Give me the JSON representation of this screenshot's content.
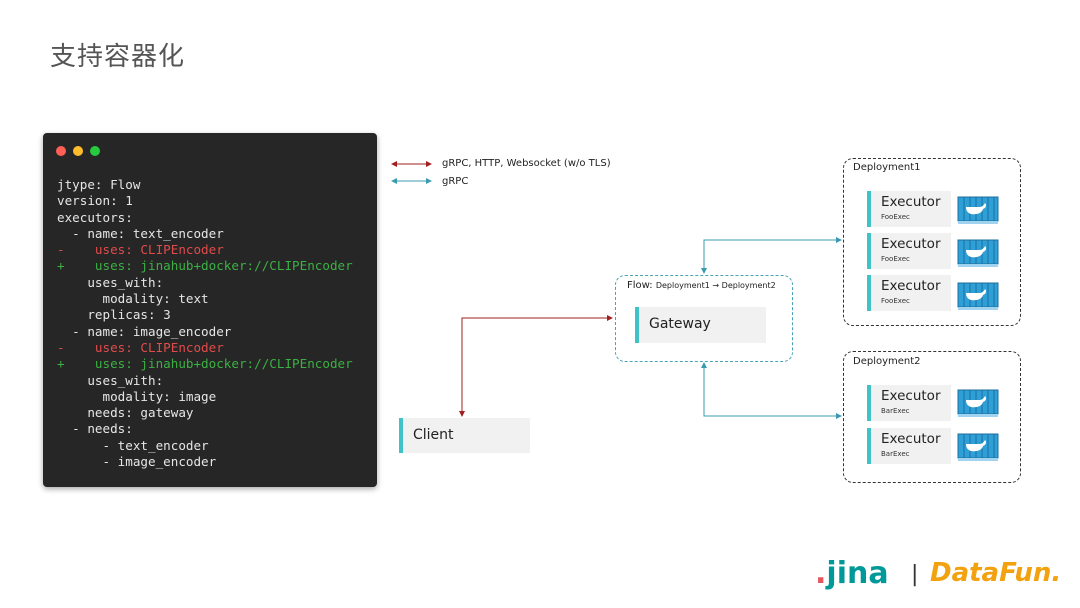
{
  "title": "支持容器化",
  "code": {
    "lines": [
      {
        "text": "jtype: Flow",
        "kind": "normal"
      },
      {
        "text": "version: 1",
        "kind": "normal"
      },
      {
        "text": "executors:",
        "kind": "normal"
      },
      {
        "text": "  - name: text_encoder",
        "kind": "normal"
      },
      {
        "text": "-    uses: CLIPEncoder",
        "kind": "removed"
      },
      {
        "text": "+    uses: jinahub+docker://CLIPEncoder",
        "kind": "added"
      },
      {
        "text": "    uses_with:",
        "kind": "normal"
      },
      {
        "text": "      modality: text",
        "kind": "normal"
      },
      {
        "text": "    replicas: 3",
        "kind": "normal"
      },
      {
        "text": "  - name: image_encoder",
        "kind": "normal"
      },
      {
        "text": "-    uses: CLIPEncoder",
        "kind": "removed"
      },
      {
        "text": "+    uses: jinahub+docker://CLIPEncoder",
        "kind": "added"
      },
      {
        "text": "    uses_with:",
        "kind": "normal"
      },
      {
        "text": "      modality: image",
        "kind": "normal"
      },
      {
        "text": "    needs: gateway",
        "kind": "normal"
      },
      {
        "text": "  - needs:",
        "kind": "normal"
      },
      {
        "text": "      - text_encoder",
        "kind": "normal"
      },
      {
        "text": "      - image_encoder",
        "kind": "normal"
      }
    ]
  },
  "legend": {
    "red_label": "gRPC, HTTP, Websocket (w/o TLS)",
    "teal_label": "gRPC"
  },
  "diagram": {
    "flow_label": "Flow:",
    "flow_sub": "Deployment1 → Deployment2",
    "gateway": "Gateway",
    "client": "Client",
    "deployment1": {
      "label": "Deployment1",
      "executors": [
        {
          "title": "Executor",
          "sub": "FooExec"
        },
        {
          "title": "Executor",
          "sub": "FooExec"
        },
        {
          "title": "Executor",
          "sub": "FooExec"
        }
      ]
    },
    "deployment2": {
      "label": "Deployment2",
      "executors": [
        {
          "title": "Executor",
          "sub": "BarExec"
        },
        {
          "title": "Executor",
          "sub": "BarExec"
        }
      ]
    }
  },
  "colors": {
    "red_arrow": "#a32020",
    "teal_arrow": "#3a9bb0",
    "accent": "#3fc3c9",
    "code_bg": "#262626"
  },
  "logos": {
    "jina": "jina",
    "divider": "|",
    "datafun": "DataFun."
  },
  "icons": [
    "window-close-dot",
    "window-minimize-dot",
    "window-maximize-dot",
    "docker-container-icon"
  ]
}
